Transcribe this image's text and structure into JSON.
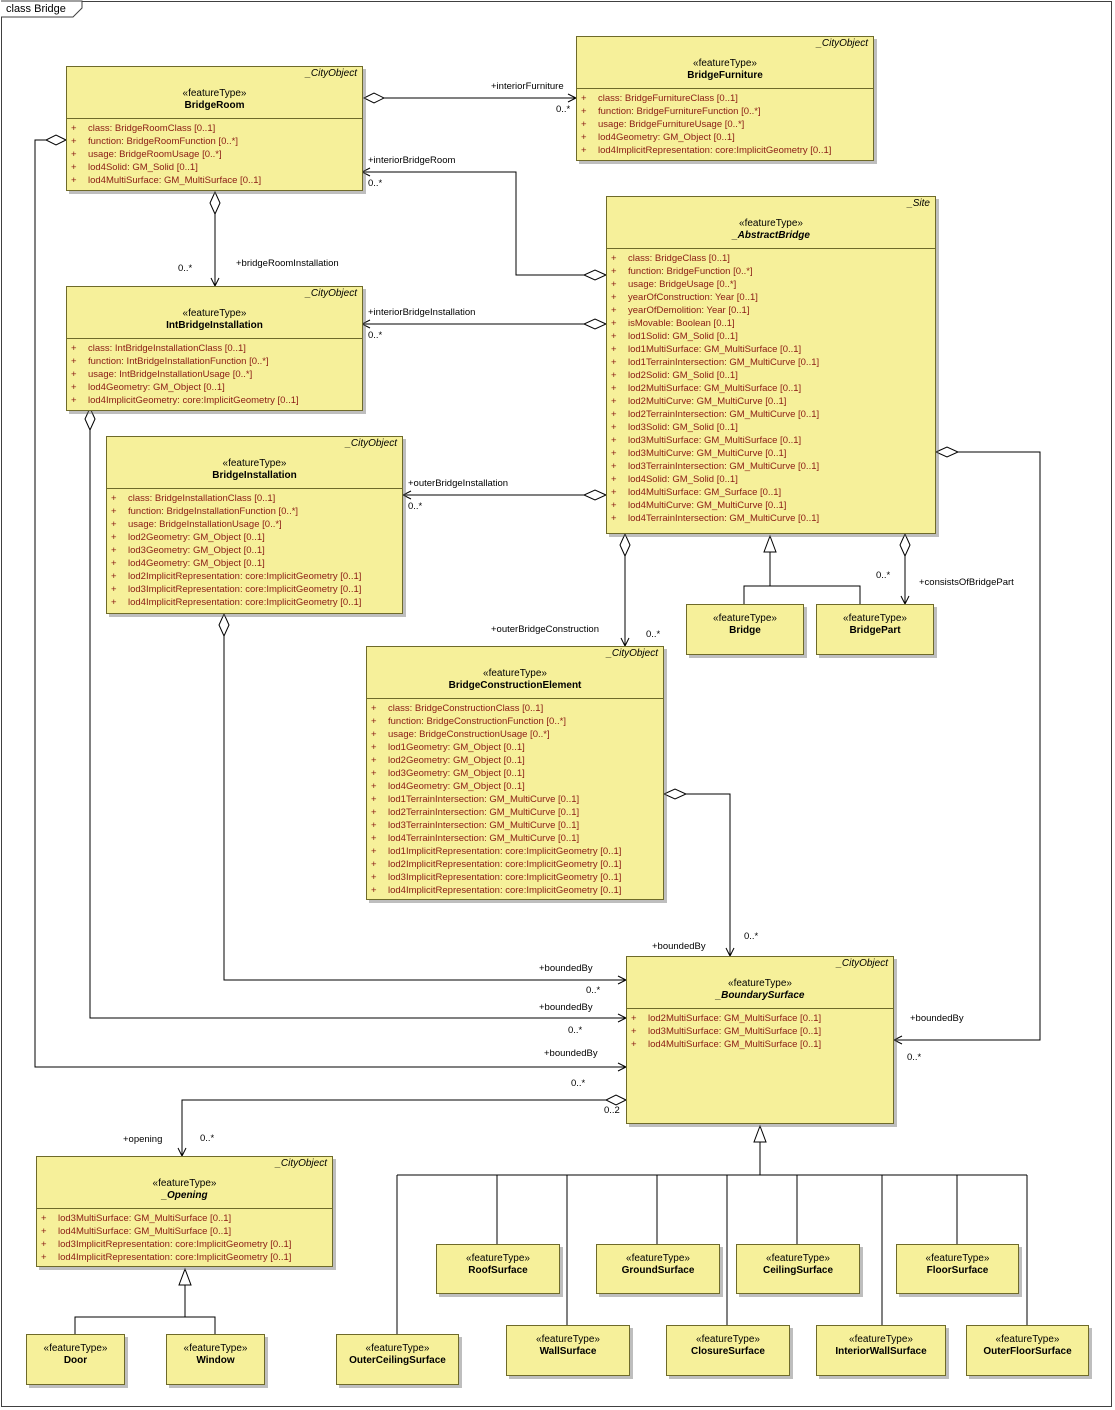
{
  "diagram": {
    "frame_label": "class Bridge"
  },
  "classes": {
    "bridge_room": {
      "parent": "_CityObject",
      "stereotype": "«featureType»",
      "name": "BridgeRoom",
      "attributes": [
        {
          "vis": "+",
          "text": "class:  BridgeRoomClass [0..1]"
        },
        {
          "vis": "+",
          "text": "function:  BridgeRoomFunction [0..*]"
        },
        {
          "vis": "+",
          "text": "usage:  BridgeRoomUsage [0..*]"
        },
        {
          "vis": "+",
          "text": "lod4Solid:  GM_Solid [0..1]"
        },
        {
          "vis": "+",
          "text": "lod4MultiSurface:  GM_MultiSurface [0..1]"
        }
      ]
    },
    "bridge_furniture": {
      "parent": "_CityObject",
      "stereotype": "«featureType»",
      "name": "BridgeFurniture",
      "attributes": [
        {
          "vis": "+",
          "text": "class:  BridgeFurnitureClass [0..1]"
        },
        {
          "vis": "+",
          "text": "function:  BridgeFurnitureFunction [0..*]"
        },
        {
          "vis": "+",
          "text": "usage:  BridgeFurnitureUsage [0..*]"
        },
        {
          "vis": "+",
          "text": "lod4Geometry:  GM_Object [0..1]"
        },
        {
          "vis": "+",
          "text": "lod4ImplicitRepresentation:  core:ImplicitGeometry [0..1]"
        }
      ]
    },
    "abstract_bridge": {
      "parent": "_Site",
      "stereotype": "«featureType»",
      "name": "_AbstractBridge",
      "attributes": [
        {
          "vis": "+",
          "text": "class:  BridgeClass [0..1]"
        },
        {
          "vis": "+",
          "text": "function:  BridgeFunction [0..*]"
        },
        {
          "vis": "+",
          "text": "usage:  BridgeUsage [0..*]"
        },
        {
          "vis": "+",
          "text": "yearOfConstruction:  Year [0..1]"
        },
        {
          "vis": "+",
          "text": "yearOfDemolition:  Year [0..1]"
        },
        {
          "vis": "+",
          "text": "isMovable:  Boolean [0..1]"
        },
        {
          "vis": "+",
          "text": "lod1Solid:  GM_Solid [0..1]"
        },
        {
          "vis": "+",
          "text": "lod1MultiSurface:  GM_MultiSurface [0..1]"
        },
        {
          "vis": "+",
          "text": "lod1TerrainIntersection:  GM_MultiCurve [0..1]"
        },
        {
          "vis": "+",
          "text": "lod2Solid:  GM_Solid [0..1]"
        },
        {
          "vis": "+",
          "text": "lod2MultiSurface:  GM_MultiSurface [0..1]"
        },
        {
          "vis": "+",
          "text": "lod2MultiCurve:  GM_MultiCurve [0..1]"
        },
        {
          "vis": "+",
          "text": "lod2TerrainIntersection:  GM_MultiCurve [0..1]"
        },
        {
          "vis": "+",
          "text": "lod3Solid:  GM_Solid [0..1]"
        },
        {
          "vis": "+",
          "text": "lod3MultiSurface:  GM_MultiSurface [0..1]"
        },
        {
          "vis": "+",
          "text": "lod3MultiCurve:  GM_MultiCurve [0..1]"
        },
        {
          "vis": "+",
          "text": "lod3TerrainIntersection:  GM_MultiCurve [0..1]"
        },
        {
          "vis": "+",
          "text": "lod4Solid:  GM_Solid [0..1]"
        },
        {
          "vis": "+",
          "text": "lod4MultiSurface:  GM_Surface [0..1]"
        },
        {
          "vis": "+",
          "text": "lod4MultiCurve:  GM_MultiCurve [0..1]"
        },
        {
          "vis": "+",
          "text": "lod4TerrainIntersection:  GM_MultiCurve [0..1]"
        }
      ]
    },
    "int_bridge_installation": {
      "parent": "_CityObject",
      "stereotype": "«featureType»",
      "name": "IntBridgeInstallation",
      "attributes": [
        {
          "vis": "+",
          "text": "class:  IntBridgeInstallationClass [0..1]"
        },
        {
          "vis": "+",
          "text": "function:  IntBridgeInstallationFunction [0..*]"
        },
        {
          "vis": "+",
          "text": "usage:  IntBridgeInstallationUsage [0..*]"
        },
        {
          "vis": "+",
          "text": "lod4Geometry:  GM_Object [0..1]"
        },
        {
          "vis": "+",
          "text": "lod4ImplicitGeometry:  core:ImplicitGeometry [0..1]"
        }
      ]
    },
    "bridge_installation": {
      "parent": "_CityObject",
      "stereotype": "«featureType»",
      "name": "BridgeInstallation",
      "attributes": [
        {
          "vis": "+",
          "text": "class:  BridgeInstallationClass [0..1]"
        },
        {
          "vis": "+",
          "text": "function:  BridgeInstallationFunction [0..*]"
        },
        {
          "vis": "+",
          "text": "usage:  BridgeInstallationUsage [0..*]"
        },
        {
          "vis": "+",
          "text": "lod2Geometry:  GM_Object [0..1]"
        },
        {
          "vis": "+",
          "text": "lod3Geometry:  GM_Object [0..1]"
        },
        {
          "vis": "+",
          "text": "lod4Geometry:  GM_Object [0..1]"
        },
        {
          "vis": "+",
          "text": "lod2ImplicitRepresentation:  core:ImplicitGeometry [0..1]"
        },
        {
          "vis": "+",
          "text": "lod3ImplicitRepresentation:  core:ImplicitGeometry [0..1]"
        },
        {
          "vis": "+",
          "text": "lod4ImplicitRepresentation:  core:ImplicitGeometry [0..1]"
        }
      ]
    },
    "bridge_construction_element": {
      "parent": "_CityObject",
      "stereotype": "«featureType»",
      "name": "BridgeConstructionElement",
      "attributes": [
        {
          "vis": "+",
          "text": "class:  BridgeConstructionClass [0..1]"
        },
        {
          "vis": "+",
          "text": "function:  BridgeConstructionFunction [0..*]"
        },
        {
          "vis": "+",
          "text": "usage:  BridgeConstructionUsage [0..*]"
        },
        {
          "vis": "+",
          "text": "lod1Geometry:  GM_Object [0..1]"
        },
        {
          "vis": "+",
          "text": "lod2Geometry:  GM_Object [0..1]"
        },
        {
          "vis": "+",
          "text": "lod3Geometry:  GM_Object [0..1]"
        },
        {
          "vis": "+",
          "text": "lod4Geometry:  GM_Object [0..1]"
        },
        {
          "vis": "+",
          "text": "lod1TerrainIntersection:  GM_MultiCurve [0..1]"
        },
        {
          "vis": "+",
          "text": "lod2TerrainIntersection:  GM_MultiCurve [0..1]"
        },
        {
          "vis": "+",
          "text": "lod3TerrainIntersection:  GM_MultiCurve [0..1]"
        },
        {
          "vis": "+",
          "text": "lod4TerrainIntersection:  GM_MultiCurve [0..1]"
        },
        {
          "vis": "+",
          "text": "lod1ImplicitRepresentation:  core:ImplicitGeometry [0..1]"
        },
        {
          "vis": "+",
          "text": "lod2ImplicitRepresentation:  core:ImplicitGeometry [0..1]"
        },
        {
          "vis": "+",
          "text": "lod3ImplicitRepresentation:  core:ImplicitGeometry [0..1]"
        },
        {
          "vis": "+",
          "text": "lod4ImplicitRepresentation:  core:ImplicitGeometry [0..1]"
        }
      ]
    },
    "boundary_surface": {
      "parent": "_CityObject",
      "stereotype": "«featureType»",
      "name": "_BoundarySurface",
      "attributes": [
        {
          "vis": "+",
          "text": "lod2MultiSurface:  GM_MultiSurface [0..1]"
        },
        {
          "vis": "+",
          "text": "lod3MultiSurface:  GM_MultiSurface [0..1]"
        },
        {
          "vis": "+",
          "text": "lod4MultiSurface:  GM_MultiSurface [0..1]"
        }
      ]
    },
    "opening": {
      "parent": "_CityObject",
      "stereotype": "«featureType»",
      "name": "_Opening",
      "attributes": [
        {
          "vis": "+",
          "text": "lod3MultiSurface:  GM_MultiSurface [0..1]"
        },
        {
          "vis": "+",
          "text": "lod4MultiSurface:  GM_MultiSurface [0..1]"
        },
        {
          "vis": "+",
          "text": "lod3ImplicitRepresentation:  core:ImplicitGeometry [0..1]"
        },
        {
          "vis": "+",
          "text": "lod4ImplicitRepresentation:  core:ImplicitGeometry [0..1]"
        }
      ]
    },
    "bridge": {
      "stereotype": "«featureType»",
      "name": "Bridge"
    },
    "bridge_part": {
      "stereotype": "«featureType»",
      "name": "BridgePart"
    },
    "door": {
      "stereotype": "«featureType»",
      "name": "Door"
    },
    "window": {
      "stereotype": "«featureType»",
      "name": "Window"
    },
    "outer_ceiling_surface": {
      "stereotype": "«featureType»",
      "name": "OuterCeilingSurface"
    },
    "roof_surface": {
      "stereotype": "«featureType»",
      "name": "RoofSurface"
    },
    "wall_surface": {
      "stereotype": "«featureType»",
      "name": "WallSurface"
    },
    "ground_surface": {
      "stereotype": "«featureType»",
      "name": "GroundSurface"
    },
    "closure_surface": {
      "stereotype": "«featureType»",
      "name": "ClosureSurface"
    },
    "ceiling_surface": {
      "stereotype": "«featureType»",
      "name": "CeilingSurface"
    },
    "interior_wall_surface": {
      "stereotype": "«featureType»",
      "name": "InteriorWallSurface"
    },
    "floor_surface": {
      "stereotype": "«featureType»",
      "name": "FloorSurface"
    },
    "outer_floor_surface": {
      "stereotype": "«featureType»",
      "name": "OuterFloorSurface"
    }
  },
  "labels": {
    "interior_furniture": "+interiorFurniture",
    "interior_furniture_mult": "0..*",
    "interior_bridge_room": "+interiorBridgeRoom",
    "interior_bridge_room_mult": "0..*",
    "bridge_room_installation": "+bridgeRoomInstallation",
    "bridge_room_installation_mult": "0..*",
    "interior_bridge_installation": "+interiorBridgeInstallation",
    "interior_bridge_installation_mult": "0..*",
    "outer_bridge_installation": "+outerBridgeInstallation",
    "outer_bridge_installation_mult": "0..*",
    "outer_bridge_construction": "+outerBridgeConstruction",
    "outer_bridge_construction_mult": "0..*",
    "consists_of_bridge_part": "+consistsOfBridgePart",
    "consists_of_bridge_part_mult": "0..*",
    "bounded_by_construction": "+boundedBy",
    "bounded_by_construction_mult": "0..*",
    "bounded_by_installation": "+boundedBy",
    "bounded_by_installation_mult": "0..*",
    "bounded_by_int_installation": "+boundedBy",
    "bounded_by_int_installation_mult": "0..*",
    "bounded_by_room": "+boundedBy",
    "bounded_by_room_mult": "0..*",
    "bounded_by_bridge": "+boundedBy",
    "bounded_by_bridge_mult": "0..*",
    "opening": "+opening",
    "opening_mult": "0..*",
    "opening_source_mult": "0..2"
  },
  "colors": {
    "class_fill": "#f6f09a",
    "class_border": "#6e6a2a",
    "attribute_text": "#8a1a14",
    "line": "#000000"
  }
}
